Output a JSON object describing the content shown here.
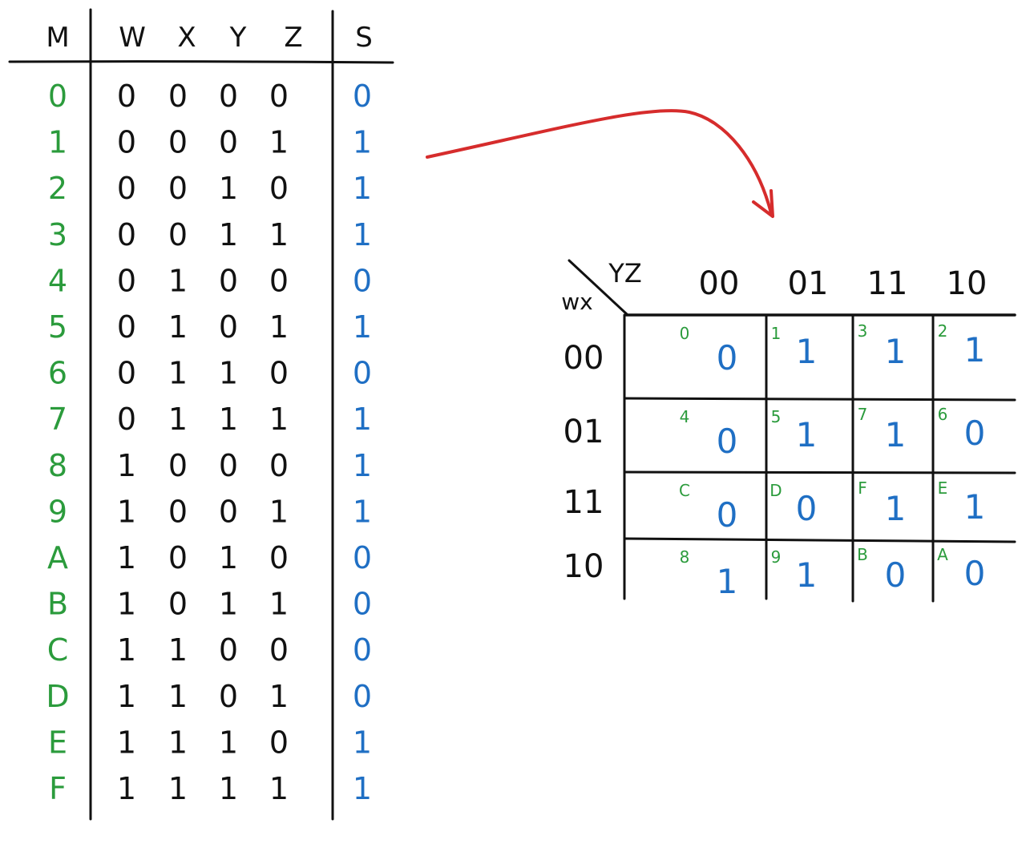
{
  "colors": {
    "ink": "#111111",
    "minterm": "#2b9b3c",
    "output": "#1f6fc4",
    "arrow": "#d62c2c"
  },
  "truth_table": {
    "headers": {
      "minterm": "M",
      "w": "W",
      "x": "X",
      "y": "Y",
      "z": "Z",
      "output": "S"
    },
    "rows": [
      {
        "m": "0",
        "w": "0",
        "x": "0",
        "y": "0",
        "z": "0",
        "s": "0"
      },
      {
        "m": "1",
        "w": "0",
        "x": "0",
        "y": "0",
        "z": "1",
        "s": "1"
      },
      {
        "m": "2",
        "w": "0",
        "x": "0",
        "y": "1",
        "z": "0",
        "s": "1"
      },
      {
        "m": "3",
        "w": "0",
        "x": "0",
        "y": "1",
        "z": "1",
        "s": "1"
      },
      {
        "m": "4",
        "w": "0",
        "x": "1",
        "y": "0",
        "z": "0",
        "s": "0"
      },
      {
        "m": "5",
        "w": "0",
        "x": "1",
        "y": "0",
        "z": "1",
        "s": "1"
      },
      {
        "m": "6",
        "w": "0",
        "x": "1",
        "y": "1",
        "z": "0",
        "s": "0"
      },
      {
        "m": "7",
        "w": "0",
        "x": "1",
        "y": "1",
        "z": "1",
        "s": "1"
      },
      {
        "m": "8",
        "w": "1",
        "x": "0",
        "y": "0",
        "z": "0",
        "s": "1"
      },
      {
        "m": "9",
        "w": "1",
        "x": "0",
        "y": "0",
        "z": "1",
        "s": "1"
      },
      {
        "m": "A",
        "w": "1",
        "x": "0",
        "y": "1",
        "z": "0",
        "s": "0"
      },
      {
        "m": "B",
        "w": "1",
        "x": "0",
        "y": "1",
        "z": "1",
        "s": "0"
      },
      {
        "m": "C",
        "w": "1",
        "x": "1",
        "y": "0",
        "z": "0",
        "s": "0"
      },
      {
        "m": "D",
        "w": "1",
        "x": "1",
        "y": "0",
        "z": "1",
        "s": "0"
      },
      {
        "m": "E",
        "w": "1",
        "x": "1",
        "y": "1",
        "z": "0",
        "s": "1"
      },
      {
        "m": "F",
        "w": "1",
        "x": "1",
        "y": "1",
        "z": "1",
        "s": "1"
      }
    ]
  },
  "kmap": {
    "col_var_label": "YZ",
    "row_var_label": "wx",
    "col_headers": [
      "00",
      "01",
      "11",
      "10"
    ],
    "row_headers": [
      "00",
      "01",
      "11",
      "10"
    ],
    "cells": [
      [
        {
          "minterm": "0",
          "value": "0"
        },
        {
          "minterm": "1",
          "value": "1"
        },
        {
          "minterm": "3",
          "value": "1"
        },
        {
          "minterm": "2",
          "value": "1"
        }
      ],
      [
        {
          "minterm": "4",
          "value": "0"
        },
        {
          "minterm": "5",
          "value": "1"
        },
        {
          "minterm": "7",
          "value": "1"
        },
        {
          "minterm": "6",
          "value": "0"
        }
      ],
      [
        {
          "minterm": "C",
          "value": "0"
        },
        {
          "minterm": "D",
          "value": "0"
        },
        {
          "minterm": "F",
          "value": "1"
        },
        {
          "minterm": "E",
          "value": "1"
        }
      ],
      [
        {
          "minterm": "8",
          "value": "1"
        },
        {
          "minterm": "9",
          "value": "1"
        },
        {
          "minterm": "B",
          "value": "0"
        },
        {
          "minterm": "A",
          "value": "0"
        }
      ]
    ]
  }
}
